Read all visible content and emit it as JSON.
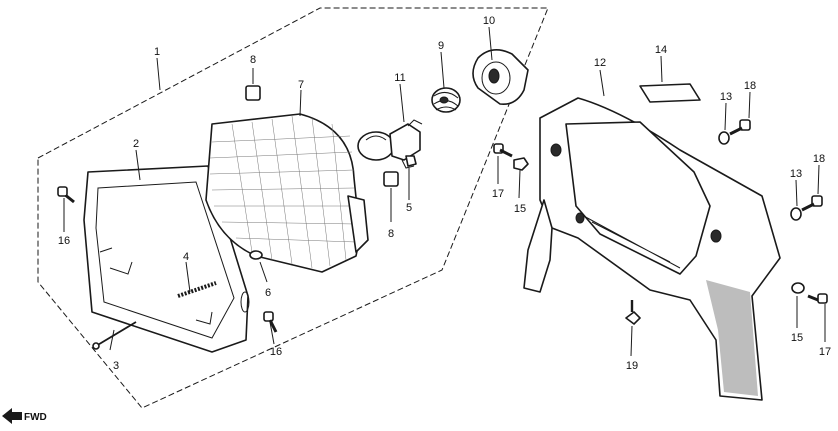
{
  "diagram": {
    "labels": {
      "l1": "1",
      "l2": "2",
      "l3": "3",
      "l4": "4",
      "l5": "5",
      "l6": "6",
      "l7": "7",
      "l8a": "8",
      "l8b": "8",
      "l9": "9",
      "l10": "10",
      "l11": "11",
      "l12": "12",
      "l13a": "13",
      "l13b": "13",
      "l14": "14",
      "l15a": "15",
      "l15b": "15",
      "l16a": "16",
      "l16b": "16",
      "l17a": "17",
      "l17b": "17",
      "l18a": "18",
      "l18b": "18",
      "l19": "19"
    },
    "fwd_label": "FWD"
  },
  "colors": {
    "line": "#1a1a1a",
    "shading": "#bdbdbd",
    "background": "#ffffff"
  }
}
